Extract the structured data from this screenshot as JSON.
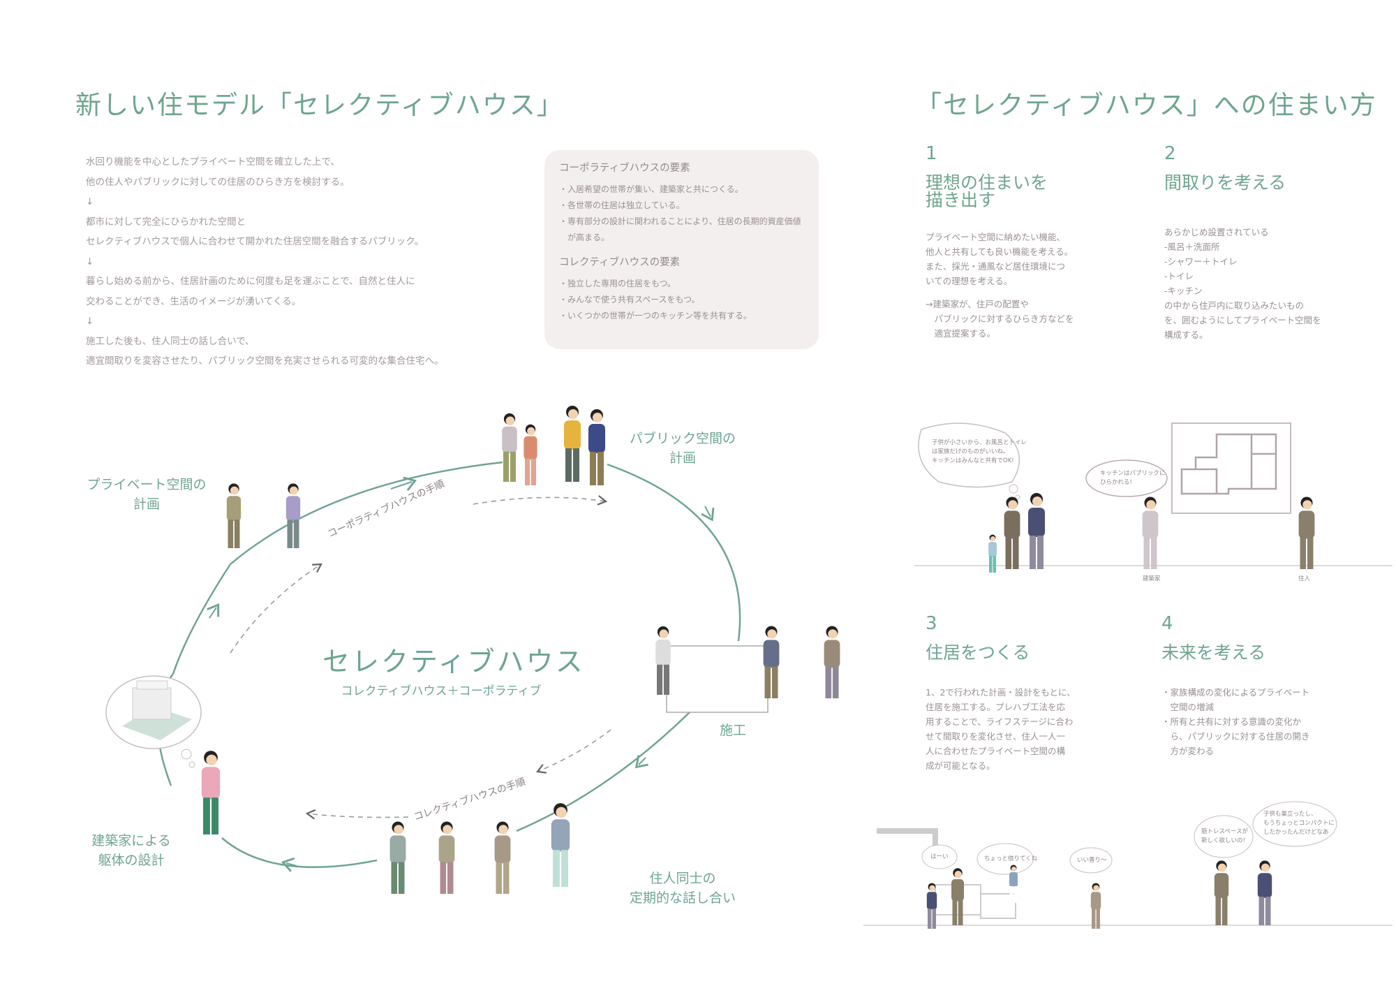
{
  "left": {
    "title": "新しい住モデル「セレクティブハウス」",
    "intro_lines": [
      "水回り機能を中心としたプライベート空間を確立した上で、",
      "他の住人やパブリックに対しての住居のひらき方を検討する。",
      "↓",
      "都市に対して完全にひらかれた空間と",
      "セレクティブハウスで個人に合わせて開かれた住居空間を融合するパブリック。",
      "↓",
      "暮らし始める前から、住居計画のために何度も足を運ぶことで、自然と住人に",
      "交わることができ、生活のイメージが湧いてくる。",
      "↓",
      "施工した後も、住人同士の話し合いで、",
      "適宜間取りを変容させたり、パブリック空間を充実させられる可変的な集合住宅へ。"
    ],
    "elements_box": {
      "cooperative_title": "コーポラティブハウスの要素",
      "cooperative_items": [
        "・入居希望の世帯が集い、建築家と共につくる。",
        "・各世帯の住居は独立している。",
        "・専有部分の設計に関われることにより、住居の長期的資産価値",
        "　が高まる。"
      ],
      "collective_title": "コレクティブハウスの要素",
      "collective_items": [
        "・独立した専用の住居をもつ。",
        "・みんなで使う共有スペースをもつ。",
        "・いくつかの世帯が一つのキッチン等を共有する。"
      ]
    },
    "diagram": {
      "center_title": "セレクティブハウス",
      "center_subtitle": "コレクティブハウス＋コーポラティブ",
      "stages": {
        "private": [
          "プライベート空間の",
          "計画"
        ],
        "public": [
          "パブリック空間の",
          "計画"
        ],
        "construction": [
          "施工"
        ],
        "meeting": [
          "住人同士の",
          "定期的な話し合い"
        ],
        "design": [
          "建築家による",
          "躯体の設計"
        ]
      },
      "cooperative_flow": "コーポラティブハウスの手順",
      "collective_flow": "コレクティブハウスの手順"
    }
  },
  "right": {
    "title": "「セレクティブハウス」への住まい方",
    "steps": [
      {
        "num": "1",
        "heading": [
          "理想の住まいを",
          "描き出す"
        ],
        "body": [
          "プライベート空間に納めたい機能、",
          "他人と共有しても良い機能を考える。",
          "また、採光・通風など居住環境につ",
          "いての理想を考える。",
          "",
          "→建築家が、住戸の配置や",
          "　パブリックに対するひらき方などを",
          "　適宜提案する。"
        ]
      },
      {
        "num": "2",
        "heading": [
          "間取りを考える"
        ],
        "body": [
          "あらかじめ設置されている",
          "-風呂＋洗面所",
          "-シャワー＋トイレ",
          "-トイレ",
          "-キッチン",
          "の中から住戸内に取り込みたいもの",
          "を、囲むようにしてプライベート空間を",
          "構成する。"
        ]
      },
      {
        "num": "3",
        "heading": [
          "住居をつくる"
        ],
        "body": [
          "1、2で行われた計画・設計をもとに、",
          "住居を施工する。プレハブ工法を応",
          "用することで、ライフステージに合わ",
          "せて間取りを変化させ、住人一人一",
          "人に合わせたプライベート空間の構",
          "成が可能となる。"
        ]
      },
      {
        "num": "4",
        "heading": [
          "未来を考える"
        ],
        "body": [
          "・家族構成の変化によるプライベート",
          "　空間の増減",
          "・所有と共有に対する意識の変化か",
          "　ら、パブリックに対する住居の開き",
          "　方が変わる"
        ]
      }
    ],
    "scene1": {
      "family_bubble": [
        "子供が小さいから、お風呂とトイレ",
        "は家族だけのものがいいね。",
        "キッチンはみんなと共有でOK!"
      ],
      "architect_bubble": [
        "キッチンはパブリックに",
        "ひらかれる!"
      ],
      "architect_label": "建築家",
      "resident_label": "住人"
    },
    "scene2": {
      "bubble_hai": "はーい",
      "bubble_borrow": "ちょっと借りてくね",
      "bubble_smell": "いい香り〜",
      "bubble_gym": [
        "筋トレスペースが",
        "新しく欲しいの!"
      ],
      "bubble_compact": [
        "子供も巣立ったし、",
        "もうちょっとコンパクトに",
        "したかったんだけどなあ"
      ]
    }
  },
  "colors": {
    "accent": "#6ea58f",
    "text": "#9a8f8f",
    "box": "#f3efee",
    "line": "#d8cccc"
  }
}
